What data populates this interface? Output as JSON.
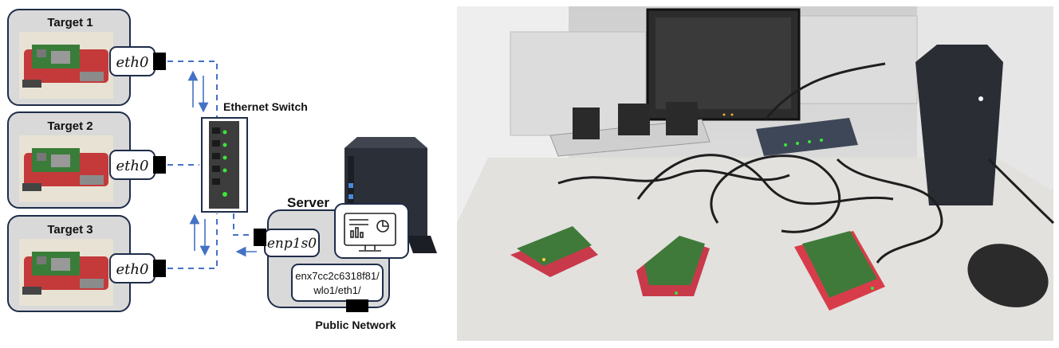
{
  "targets": [
    {
      "title": "Target 1",
      "iface": "eth0"
    },
    {
      "title": "Target 2",
      "iface": "eth0"
    },
    {
      "title": "Target 3",
      "iface": "eth0"
    }
  ],
  "switch": {
    "label": "Ethernet Switch"
  },
  "server": {
    "title": "Server",
    "iface": "enp1s0",
    "public_ifaces_line1": "enx7cc2c6318f81/",
    "public_ifaces_line2": "wlo1/eth1/",
    "public_label": "Public Network"
  },
  "colors": {
    "link": "#4472c4",
    "box_fill": "#d9d9d9",
    "box_stroke": "#1f2d4a"
  }
}
